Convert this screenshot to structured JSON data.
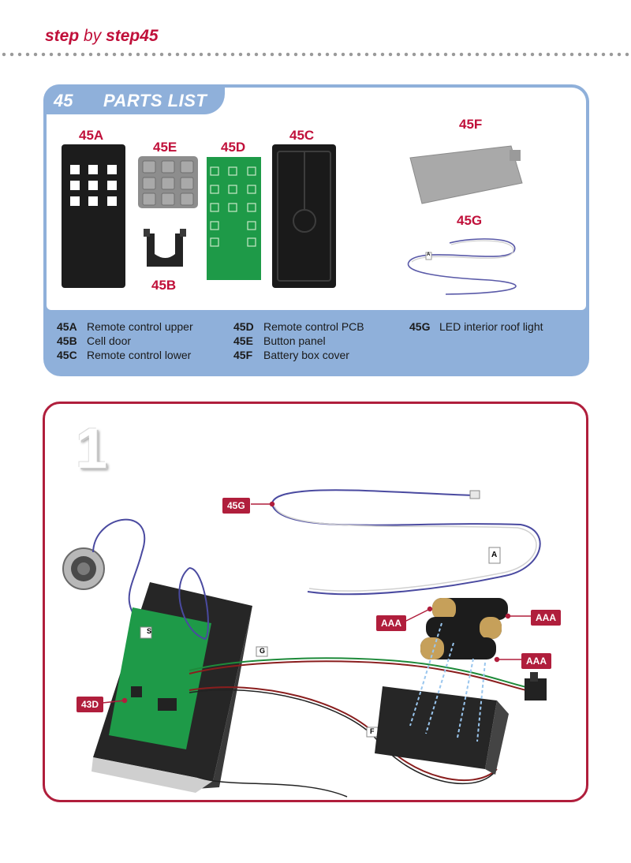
{
  "header": {
    "step": "step",
    "by": "by",
    "step2": "step",
    "num": "45"
  },
  "parts": {
    "tab_num": "45",
    "title": "PARTS LIST",
    "labels": {
      "a": "45A",
      "e": "45E",
      "d": "45D",
      "c": "45C",
      "f": "45F",
      "b": "45B",
      "g": "45G"
    },
    "legend": [
      {
        "code": "45A",
        "name": "Remote control upper"
      },
      {
        "code": "45B",
        "name": "Cell door"
      },
      {
        "code": "45C",
        "name": "Remote control lower"
      },
      {
        "code": "45D",
        "name": "Remote control PCB"
      },
      {
        "code": "45E",
        "name": "Button panel"
      },
      {
        "code": "45F",
        "name": "Battery box cover"
      },
      {
        "code": "45G",
        "name": "LED interior roof light"
      }
    ],
    "wire_tag": "A"
  },
  "step1": {
    "number": "1",
    "tags": {
      "g45": "45G",
      "aaa1": "AAA",
      "aaa2": "AAA",
      "aaa3": "AAA",
      "d43": "43D"
    },
    "wire_labels": {
      "s": "S",
      "g": "G",
      "f": "F",
      "a": "A"
    }
  },
  "colors": {
    "accent": "#c0103a",
    "panel_blue": "#8fb0da",
    "tag_red": "#b01e3c",
    "pcb_green": "#1e9a48"
  }
}
